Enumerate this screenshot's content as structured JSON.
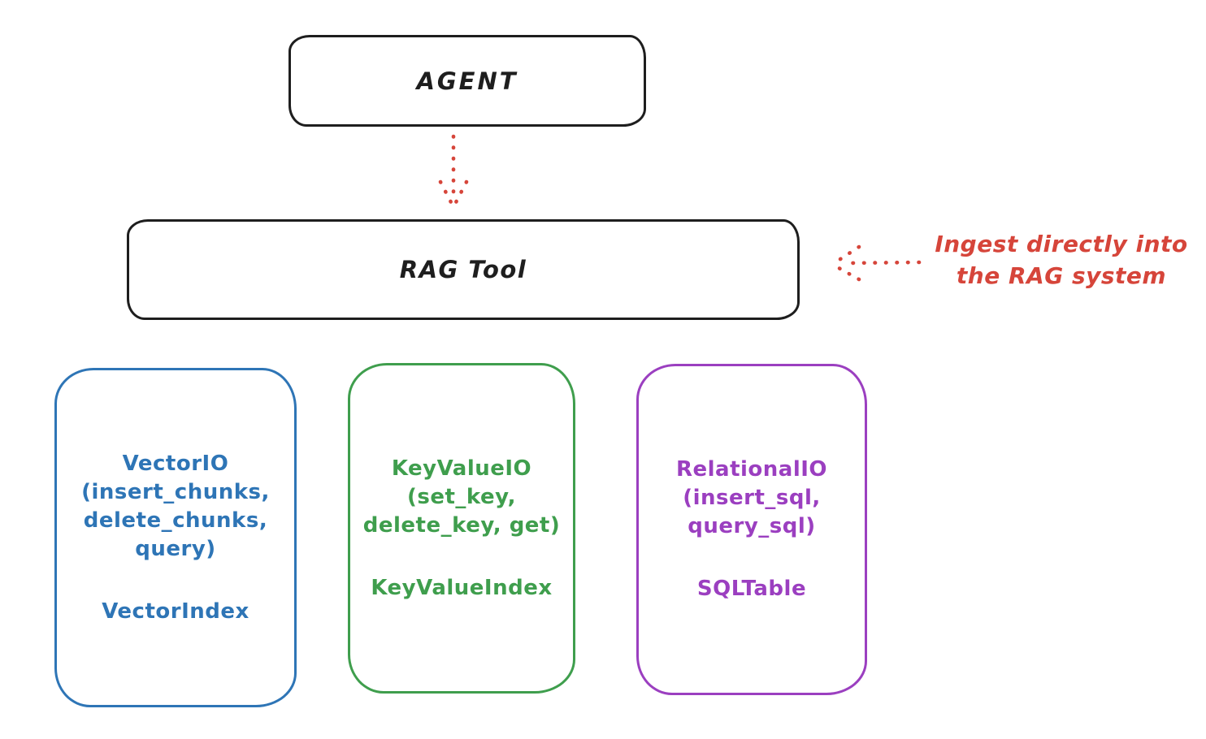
{
  "colors": {
    "background": "#ffffff",
    "black": "#1e1e1e",
    "red": "#d6453a",
    "blue": "#2e75b6",
    "green": "#3f9e4d",
    "purple": "#9b3fc0"
  },
  "diagram": {
    "agent": {
      "label": "AGENT"
    },
    "rag_tool": {
      "label": "RAG Tool"
    },
    "annotation": {
      "lines": [
        "Ingest directly into",
        "the RAG system"
      ]
    },
    "backends": [
      {
        "id": "vector-io",
        "color": "blue",
        "title_lines": [
          "VectorIO",
          "(insert_chunks,",
          "delete_chunks,",
          "query)"
        ],
        "index_label": "VectorIndex"
      },
      {
        "id": "keyvalue-io",
        "color": "green",
        "title_lines": [
          "KeyValueIO",
          "(set_key,",
          "delete_key, get)"
        ],
        "index_label": "KeyValueIndex"
      },
      {
        "id": "relational-io",
        "color": "purple",
        "title_lines": [
          "RelationalIO",
          "(insert_sql,",
          "query_sql)"
        ],
        "index_label": "SQLTable"
      }
    ]
  }
}
